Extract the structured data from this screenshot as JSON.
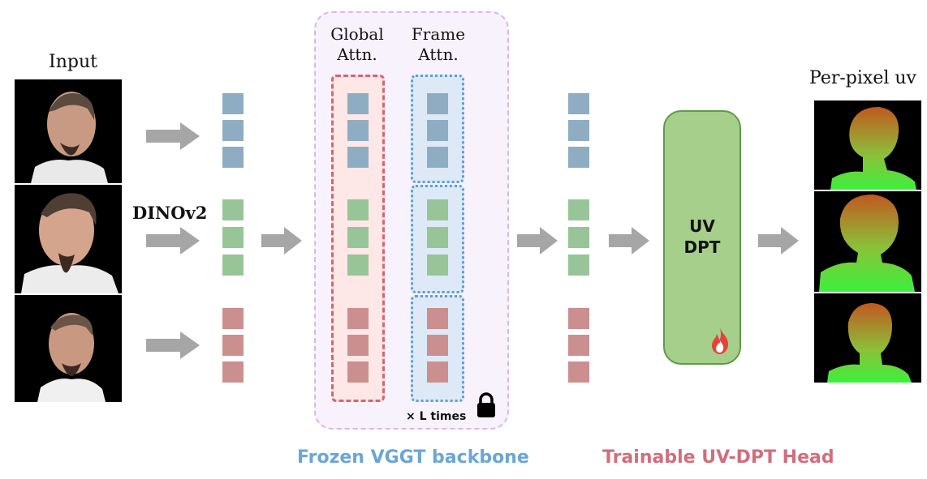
{
  "input_label": "Input",
  "encoder_label": "DINOv2",
  "backbone": {
    "global_attn_label": "Global\nAttn.",
    "frame_attn_label": "Frame\nAttn.",
    "repeat_label": "× L times",
    "caption": "Frozen VGGT backbone"
  },
  "head": {
    "block_label": "UV\nDPT",
    "caption": "Trainable UV-DPT Head"
  },
  "output_label": "Per-pixel uv",
  "colors": {
    "token_blue": "#8fadc2",
    "token_green": "#97c598",
    "token_red": "#cc8f8f",
    "frozen_caption": "#6aa6d6",
    "trainable_caption": "#cf6f7d",
    "head_fill": "#a6cf8b",
    "arrow": "#a6a6a6",
    "backbone_border": "#d7b8ee",
    "global_border": "#d9646e",
    "frame_border": "#5aa0d8"
  },
  "icons": {
    "lock": "lock-icon",
    "flame": "flame-icon"
  }
}
